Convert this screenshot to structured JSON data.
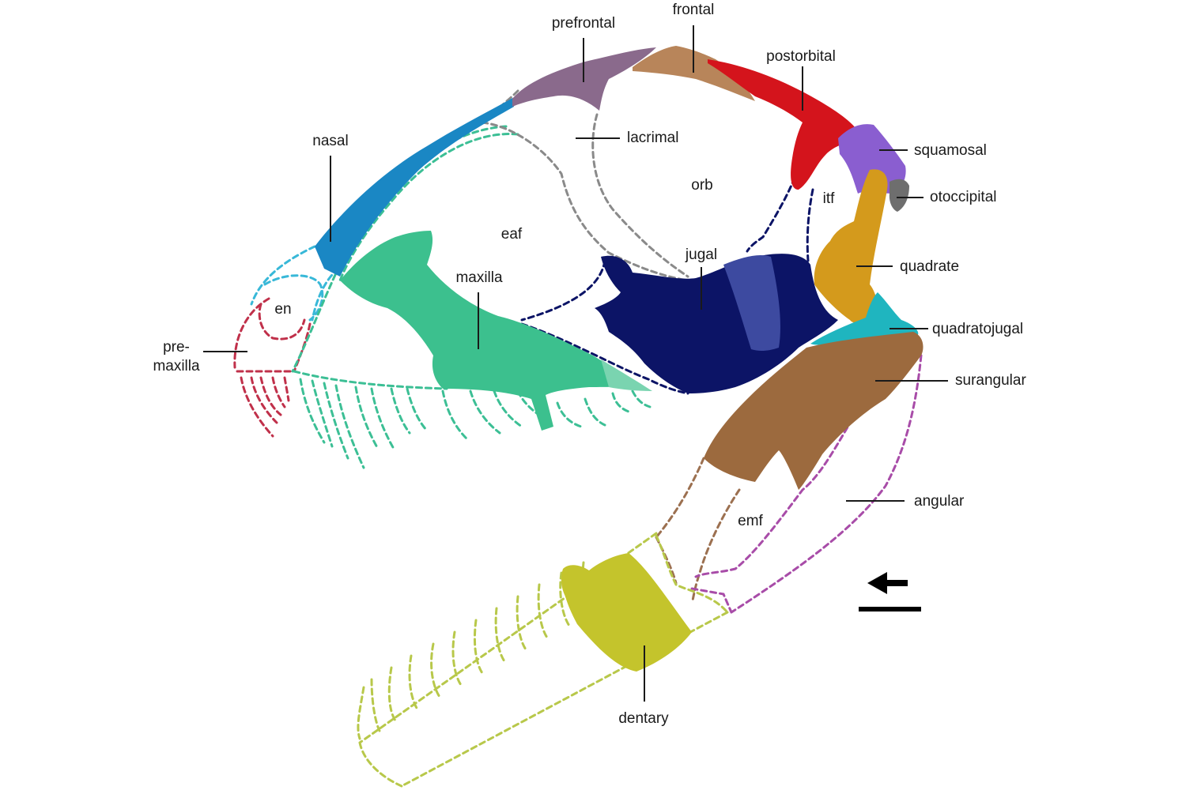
{
  "figure": {
    "subject": "reconstructed skull, lateral view",
    "colors": {
      "nasal": "#1a87c4",
      "prefrontal": "#8a6a8c",
      "frontal": "#b8855a",
      "postorbital": "#d4141c",
      "squamosal": "#8a5ed0",
      "otoccipital": "#6e6e6e",
      "quadrate": "#d49a1c",
      "quadratojugal": "#1fb5bf",
      "jugal": "#0c1466",
      "jugal_light": "#3d4aa0",
      "maxilla": "#3cc08e",
      "premaxilla_outline": "#c0304a",
      "lacrimal_outline": "#808080",
      "surangular": "#9c6a3e",
      "angular_outline": "#a84ca8",
      "dentary": "#c4c42c",
      "dentary_outline": "#b8c84a",
      "emf_outline": "#9c7050",
      "nasal_outline": "#38b8d8"
    }
  },
  "labels": {
    "frontal": "frontal",
    "prefrontal": "prefrontal",
    "postorbital": "postorbital",
    "nasal": "nasal",
    "lacrimal": "lacrimal",
    "squamosal": "squamosal",
    "orb": "orb",
    "itf": "itf",
    "otoccipital": "otoccipital",
    "eaf": "eaf",
    "jugal": "jugal",
    "maxilla": "maxilla",
    "quadrate": "quadrate",
    "en": "en",
    "premaxilla_line1": "pre-",
    "premaxilla_line2": "maxilla",
    "quadratojugal": "quadratojugal",
    "surangular": "surangular",
    "emf": "emf",
    "angular": "angular",
    "dentary": "dentary"
  },
  "annotations": {
    "direction_arrow": "anterior-arrow-left",
    "scale_bar": "scale-bar"
  }
}
